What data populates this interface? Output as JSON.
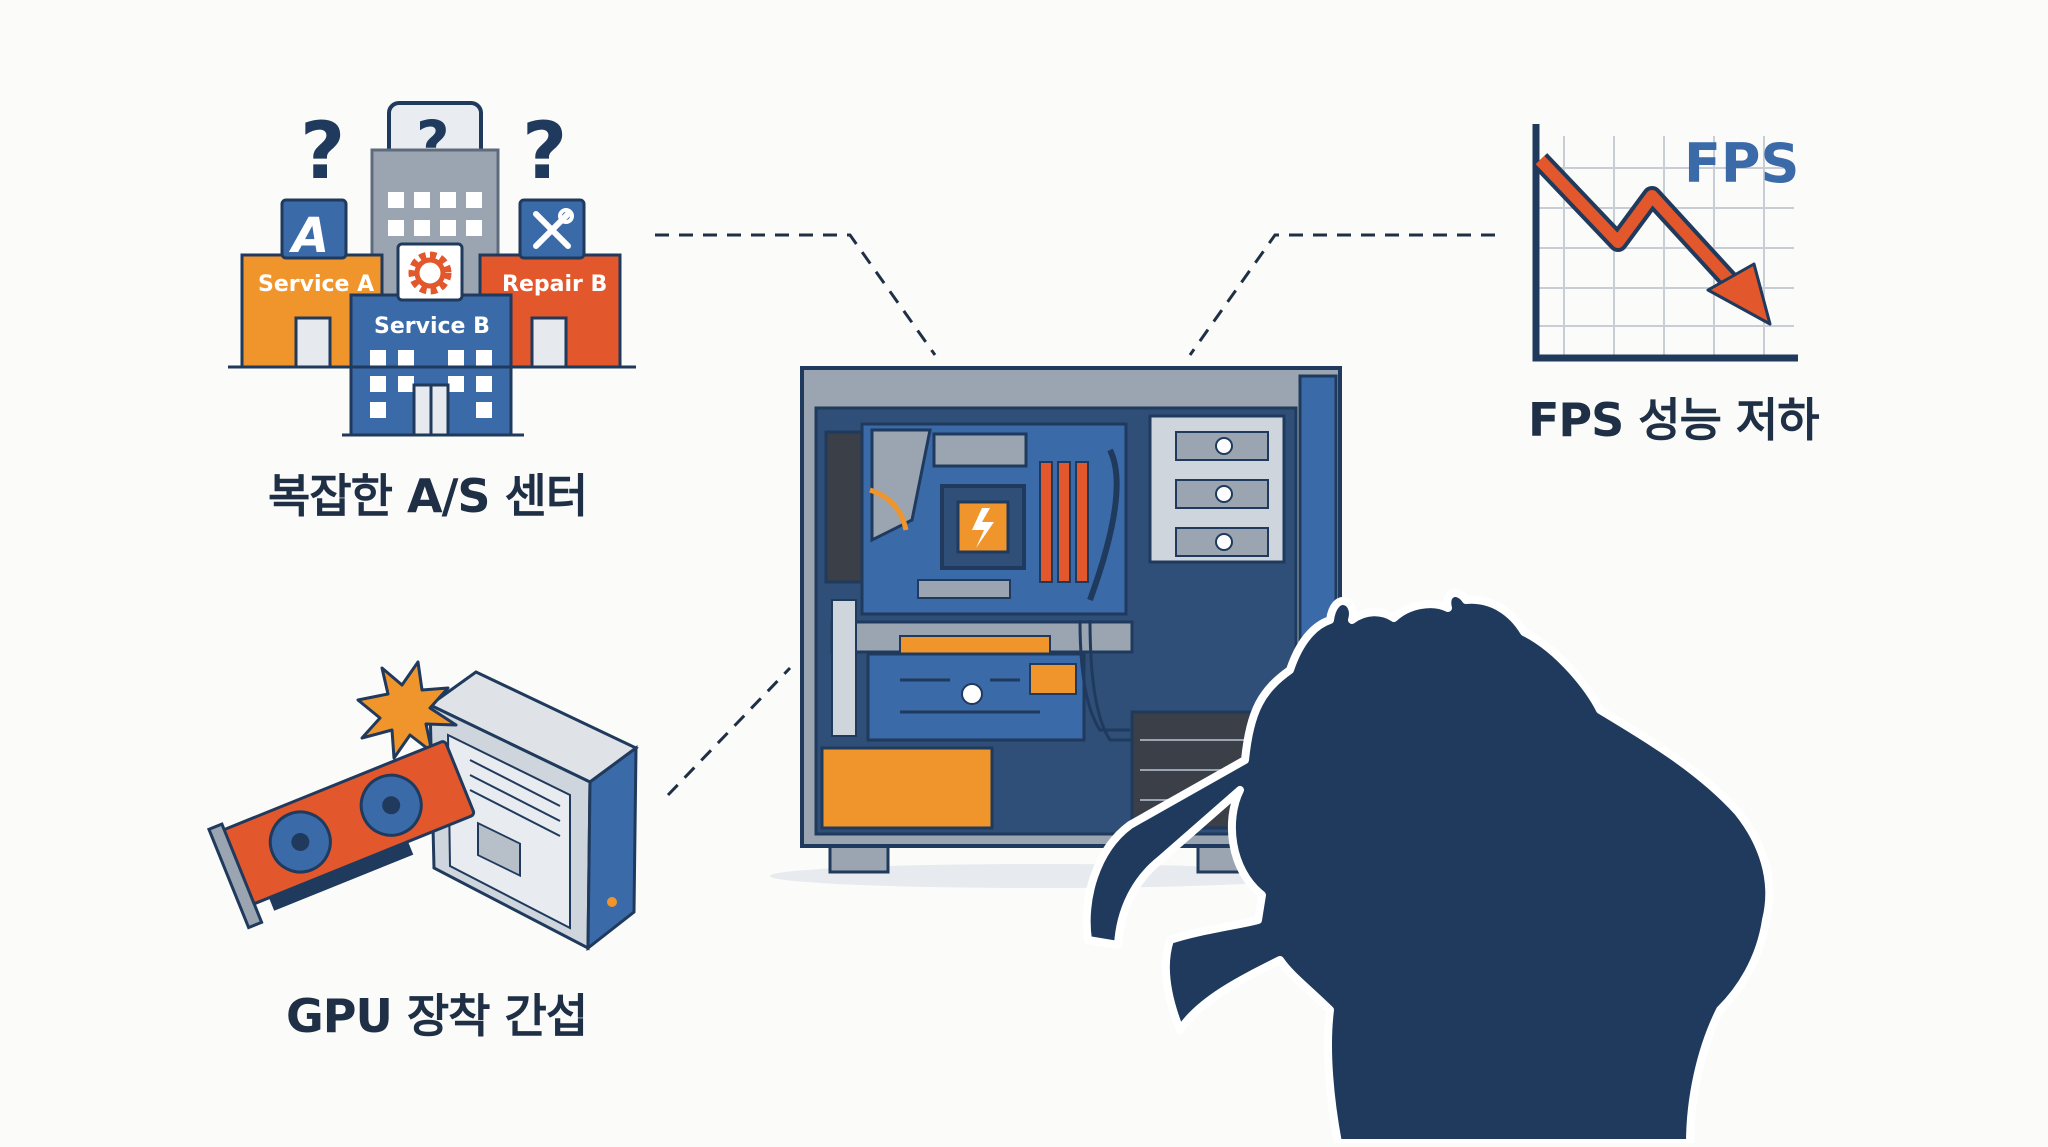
{
  "service_centers": {
    "caption": "복잡한 A/S 센터",
    "building_left_label": "Service A",
    "building_center_label": "Service B",
    "building_right_label": "Repair B",
    "left_badge_letter": "A",
    "question_mark": "?"
  },
  "gpu_issue": {
    "caption": "GPU 장착 간섭"
  },
  "fps_drop": {
    "caption": "FPS 성능 저하",
    "chart_label": "FPS"
  },
  "colors": {
    "navy": "#1f3a5c",
    "blue": "#3b6aa8",
    "orange": "#f0952c",
    "red_orange": "#e2572b",
    "gray": "#9aa5b1",
    "background": "#fbfbf9"
  },
  "icons": [
    "question-mark-icon",
    "wrench-screwdriver-icon",
    "gear-icon",
    "explosion-icon",
    "trend-down-arrow-icon"
  ]
}
